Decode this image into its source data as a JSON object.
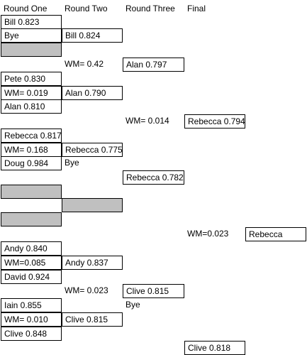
{
  "headers": [
    "Round One",
    "Round Two",
    "Round Three",
    "Final"
  ],
  "round_one": {
    "bill": "Bill 0.823",
    "bye": "Bye",
    "pete": "Pete 0.830",
    "wm_pete_alan": "WM= 0.019",
    "alan": "Alan 0.810",
    "rebecca": "Rebecca 0.817",
    "wm_rebecca_doug": "WM= 0.168",
    "doug": "Doug 0.984",
    "andy": "Andy 0.840",
    "wm_andy_david": "WM=0.085",
    "david": "David 0.924",
    "iain": "Iain 0.855",
    "wm_iain_clive": "WM= 0.010",
    "clive": "Clive 0.848"
  },
  "round_two": {
    "bill": "Bill 0.824",
    "wm_bill_alan": "WM= 0.42",
    "alan": "Alan 0.790",
    "rebecca": "Rebecca 0.775",
    "bye": "Bye",
    "andy": "Andy 0.837",
    "wm_andy_clive": "WM= 0.023",
    "clive": "Clive 0.815"
  },
  "round_three": {
    "alan": "Alan 0.797",
    "wm_alan_rebecca": "WM= 0.014",
    "rebecca": "Rebecca 0.782",
    "clive": "Clive 0.815",
    "bye": "Bye"
  },
  "final": {
    "rebecca": "Rebecca 0.794",
    "wm_final": "WM=0.023",
    "clive": "Clive 0.818",
    "winner": "Rebecca"
  }
}
